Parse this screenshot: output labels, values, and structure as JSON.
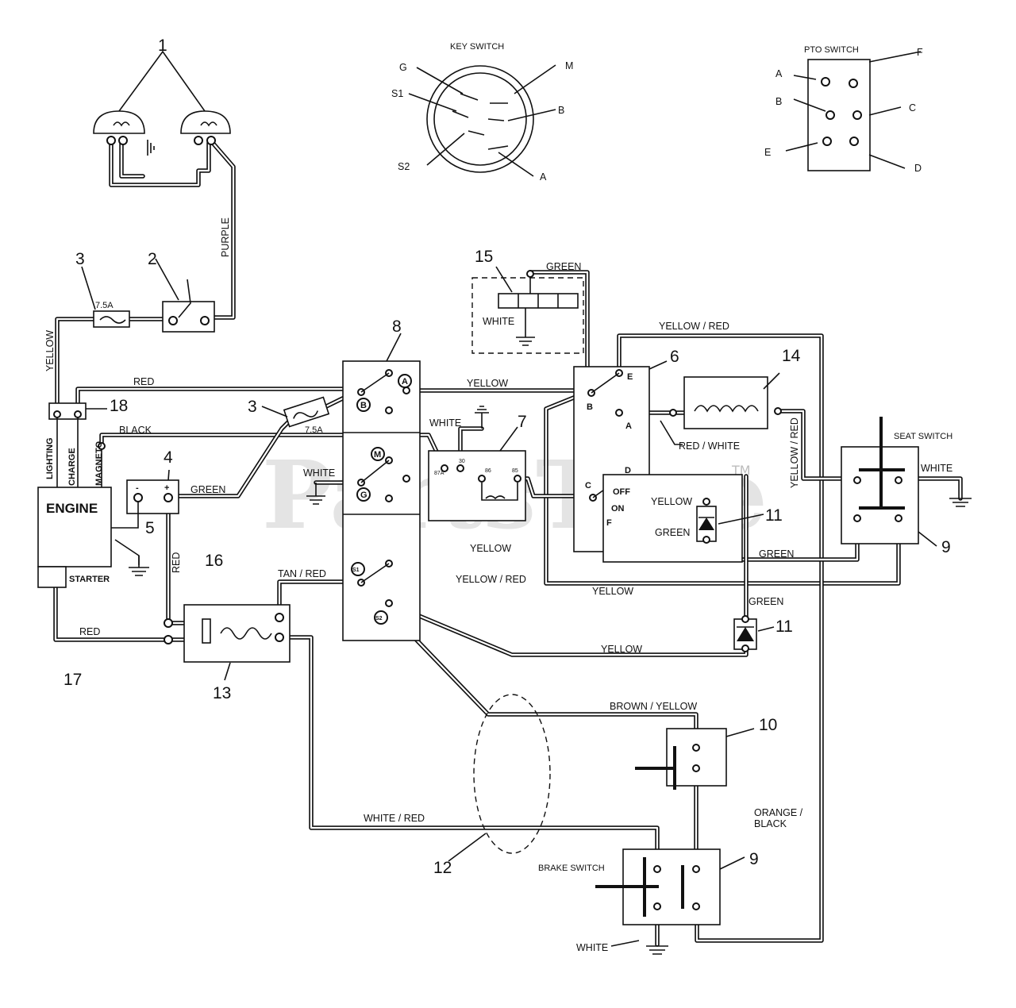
{
  "watermark": {
    "text": "PartsTree",
    "tm": "TM"
  },
  "callouts": [
    "1",
    "2",
    "3",
    "3",
    "4",
    "5",
    "6",
    "7",
    "8",
    "9",
    "9",
    "10",
    "11",
    "11",
    "12",
    "13",
    "14",
    "15",
    "16",
    "17",
    "18"
  ],
  "key_switch": {
    "title": "KEY SWITCH",
    "pins": [
      "G",
      "M",
      "S1",
      "B",
      "S2",
      "A"
    ]
  },
  "pto_switch": {
    "title": "PTO SWITCH",
    "pins": [
      "A",
      "F",
      "B",
      "C",
      "E",
      "D"
    ]
  },
  "ignition_pins": [
    "A",
    "B",
    "M",
    "G",
    "S1",
    "S2"
  ],
  "pto_module_pins": [
    "E",
    "B",
    "A",
    "C",
    "D",
    "OFF",
    "ON",
    "F"
  ],
  "relay_pins": [
    "30",
    "87A",
    "86",
    "85"
  ],
  "fuse_rating": "7.5A",
  "wire_labels": {
    "purple": "PURPLE",
    "yellow": "YELLOW",
    "red": "RED",
    "black": "BLACK",
    "green": "GREEN",
    "white": "WHITE",
    "tan_red": "TAN / RED",
    "yellow_red": "YELLOW / RED",
    "red_white": "RED / WHITE",
    "white_red": "WHITE / RED",
    "brown_yellow": "BROWN / YELLOW",
    "orange_black_1": "ORANGE /",
    "orange_black_2": "BLACK"
  },
  "engine": {
    "title": "ENGINE",
    "starter": "STARTER",
    "lighting": "LIGHTING",
    "charge": "CHARGE",
    "magneto": "MAGNETO"
  },
  "battery": {
    "neg": "-",
    "pos": "+"
  },
  "seat_switch": "SEAT SWITCH",
  "brake_switch": "BRAKE SWITCH"
}
